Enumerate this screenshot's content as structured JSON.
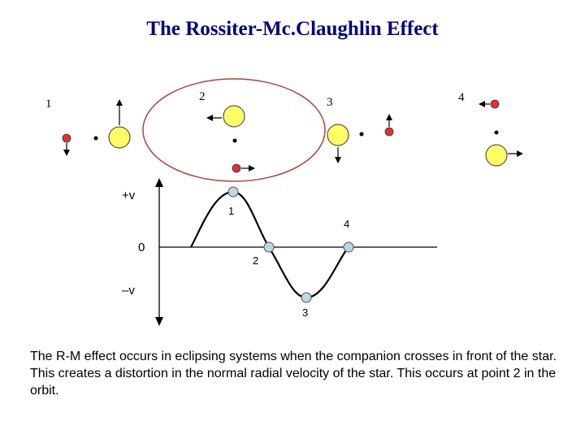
{
  "title": "The Rossiter-Mc.Claughlin Effect",
  "positions": [
    "1",
    "2",
    "3",
    "4"
  ],
  "axis_labels": {
    "plus_v": "+v",
    "zero": "0",
    "minus_v": "–v"
  },
  "curve_points": [
    "1",
    "2",
    "3",
    "4"
  ],
  "caption": "The R-M effect occurs in eclipsing systems when the companion crosses in front of the star. This creates a distortion in the normal radial velocity of the star. This occurs at point 2 in the orbit.",
  "colors": {
    "title": "#000080",
    "star": "#ffff66",
    "companion": "#e03030",
    "orbit": "#b04040",
    "curve_marker": "#b8d8e4"
  }
}
